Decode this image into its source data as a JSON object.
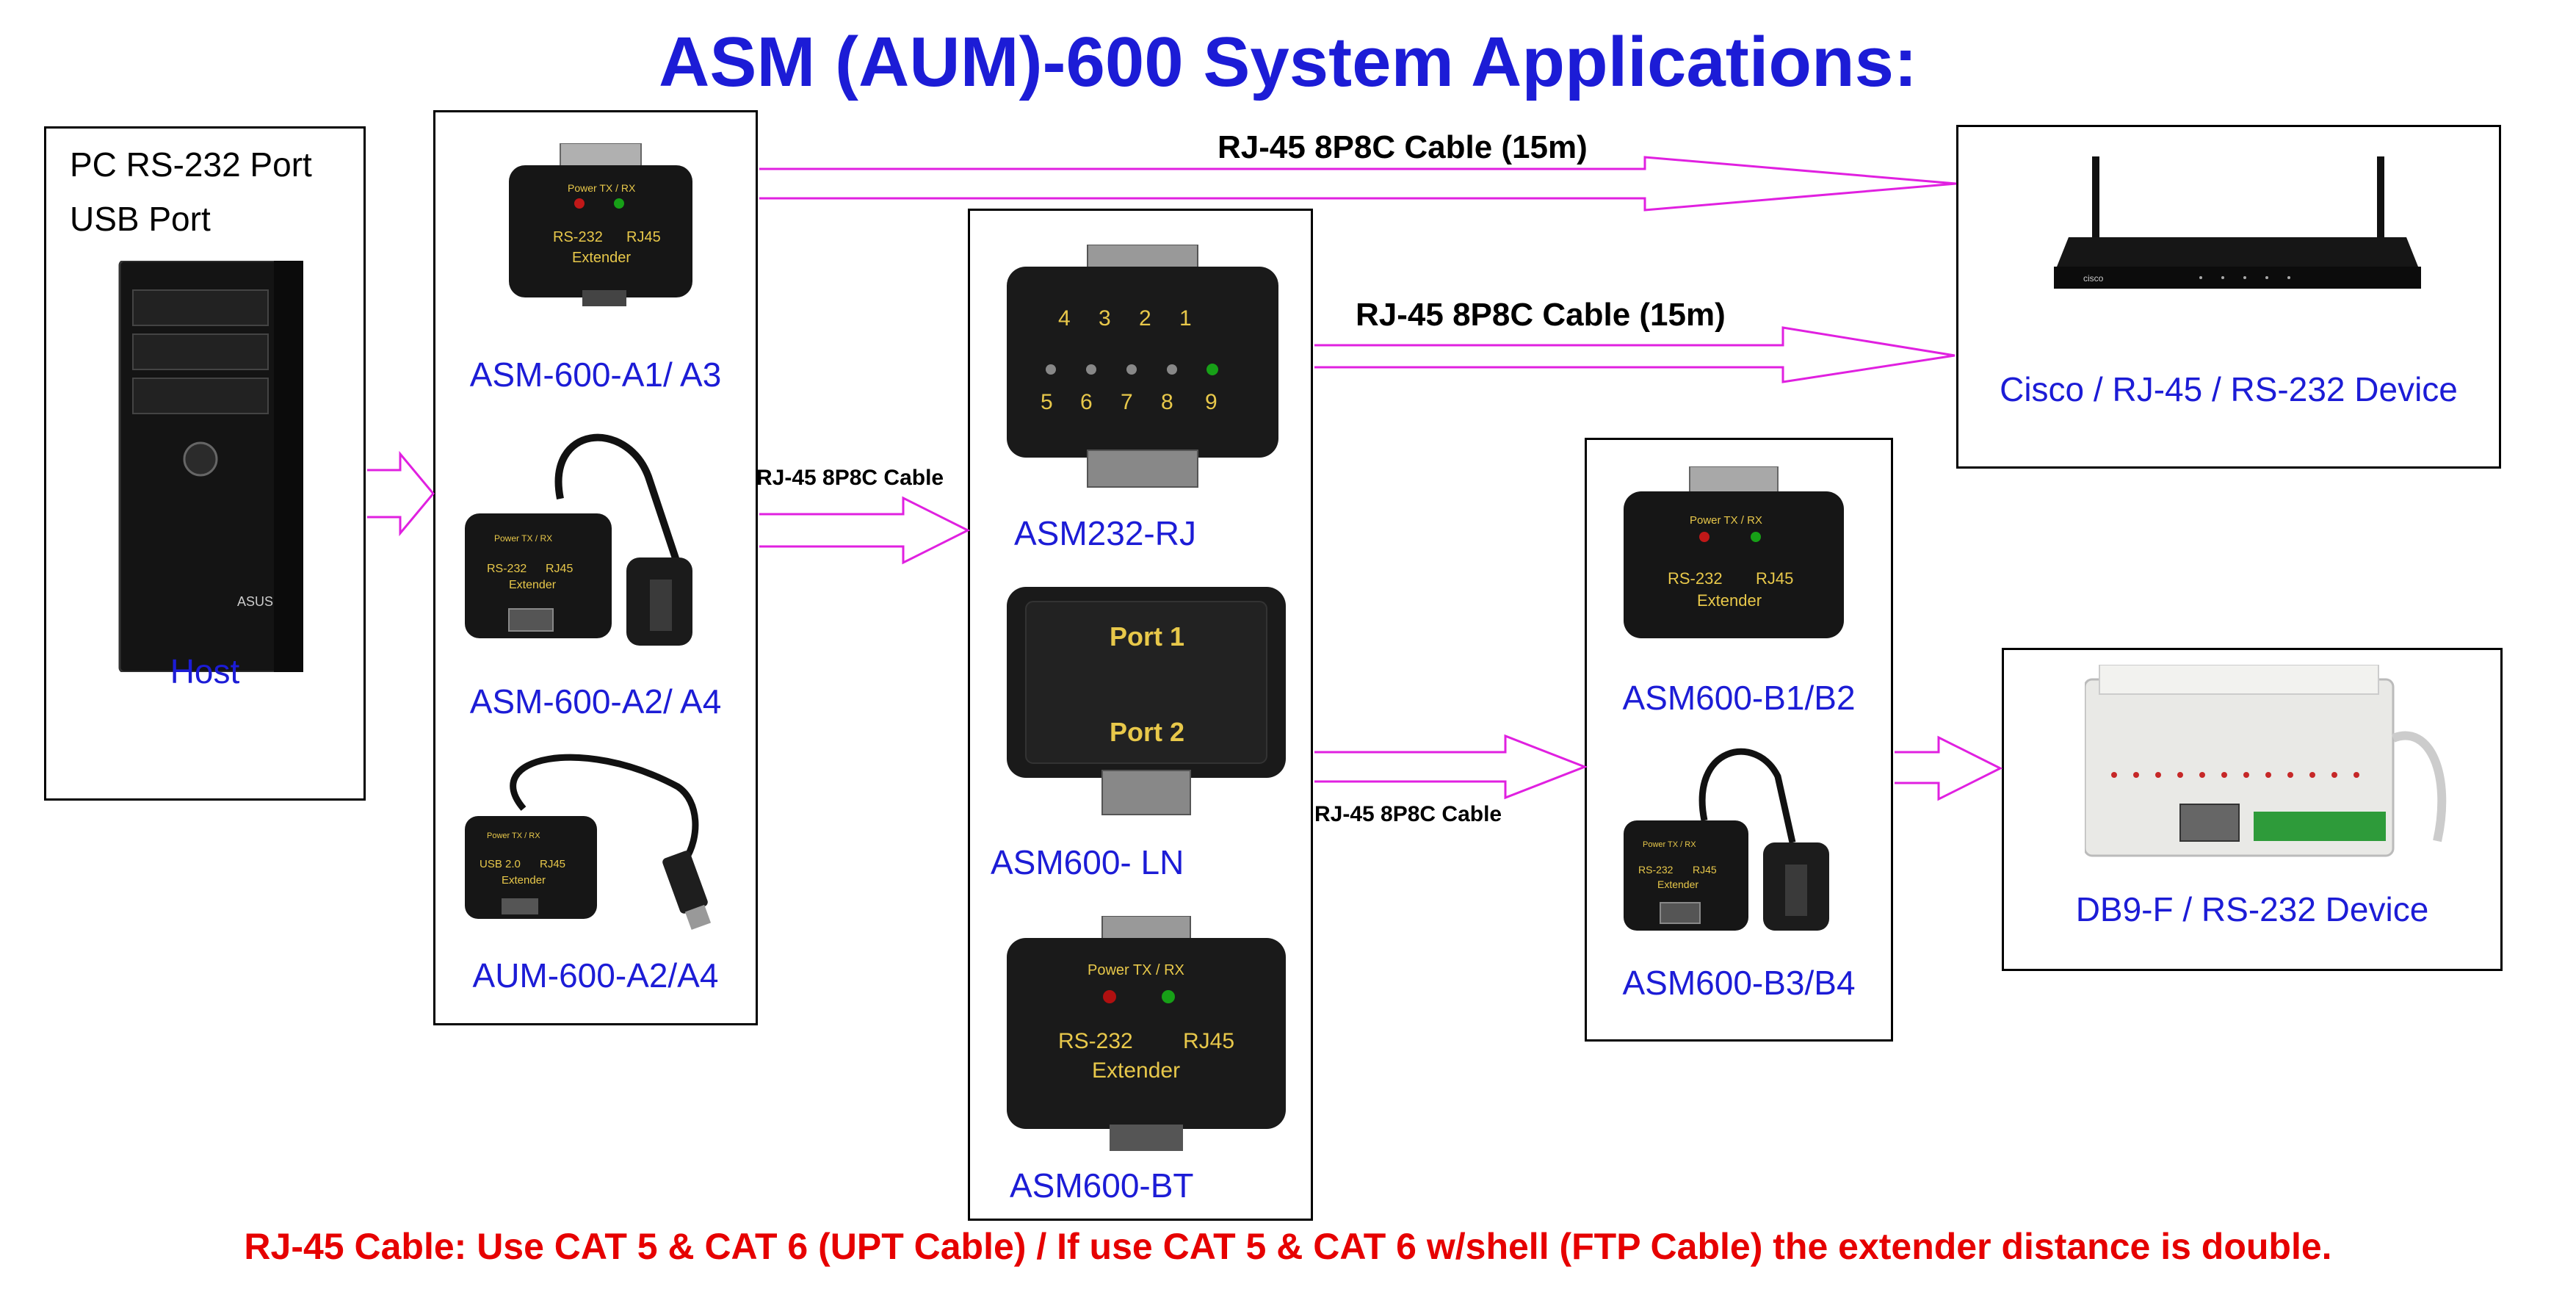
{
  "title": "ASM (AUM)-600 System Applications:",
  "host": {
    "line1": "PC RS-232 Port",
    "line2": "USB Port",
    "label": "Host"
  },
  "col1": {
    "dev1": {
      "label": "ASM-600-A1/ A3",
      "text1": "Power TX / RX",
      "text2": "RS-232",
      "text3": "RJ45",
      "text4": "Extender"
    },
    "dev2": {
      "label": "ASM-600-A2/ A4",
      "text1": "Power TX / RX",
      "text2": "RS-232",
      "text3": "RJ45",
      "text4": "Extender"
    },
    "dev3": {
      "label": "AUM-600-A2/A4",
      "text1": "Power TX / RX",
      "text2": "USB 2.0",
      "text3": "RJ45",
      "text4": "Extender"
    }
  },
  "col2": {
    "dev1": {
      "label": "ASM232-RJ",
      "pins_top": [
        "4",
        "3",
        "2",
        "1"
      ],
      "pins_bottom": [
        "5",
        "6",
        "7",
        "8",
        "9"
      ]
    },
    "dev2": {
      "label": "ASM600- LN",
      "port1": "Port 1",
      "port2": "Port 2"
    },
    "dev3": {
      "label": "ASM600-BT",
      "text1": "Power TX / RX",
      "text2": "RS-232",
      "text3": "RJ45",
      "text4": "Extender"
    }
  },
  "col3": {
    "dev1": {
      "label": "ASM600-B1/B2",
      "text1": "Power TX / RX",
      "text2": "RS-232",
      "text3": "RJ45",
      "text4": "Extender"
    },
    "dev2": {
      "label": "ASM600-B3/B4",
      "text1": "Power TX / RX",
      "text2": "RS-232",
      "text3": "RJ45",
      "text4": "Extender"
    }
  },
  "cisco": {
    "label": "Cisco / RJ-45 / RS-232 Device",
    "brand": "cisco"
  },
  "db9": {
    "label": "DB9-F / RS-232 Device"
  },
  "cables": {
    "top": "RJ-45 8P8C Cable (15m)",
    "mid": "RJ-45 8P8C Cable (15m)",
    "col1_to_col2": "RJ-45 8P8C Cable",
    "col2_to_col3": "RJ-45 8P8C Cable"
  },
  "note": "RJ-45 Cable: Use CAT 5 & CAT 6 (UPT Cable) / If use CAT 5 & CAT 6 w/shell (FTP Cable) the extender distance is double.",
  "colors": {
    "title": "#1c1cd6",
    "label": "#1c1cd6",
    "arrow": "#e020e0",
    "note": "#e60000"
  }
}
